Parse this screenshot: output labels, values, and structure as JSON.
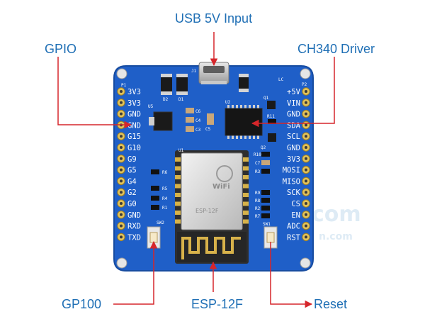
{
  "callouts": {
    "usb": "USB 5V Input",
    "gpio": "GPIO",
    "ch340": "CH340 Driver",
    "gp100": "GP100",
    "esp": "ESP-12F",
    "reset": "Reset"
  },
  "left_pins": [
    "3V3",
    "3V3",
    "GND",
    "GND",
    "G15",
    "G10",
    "G9",
    "G5",
    "G4",
    "G2",
    "G0",
    "GND",
    "RXD",
    "TXD"
  ],
  "right_pins": [
    "+5V",
    "VIN",
    "GND",
    "SDA",
    "SCL",
    "GND",
    "3V3",
    "MOSI",
    "MISO",
    "SCK",
    "CS",
    "EN",
    "ADC",
    "RST"
  ],
  "board_marks": {
    "p1": "P1",
    "p2": "P2",
    "j1": "J1",
    "u2": "U2",
    "u5": "U5",
    "u1": "U1",
    "q1": "Q1",
    "q2": "Q2",
    "d1": "D1",
    "d2": "D2",
    "c3": "C3",
    "c4": "C4",
    "c5": "C5",
    "c6": "C6",
    "c7": "C7",
    "r1": "R1",
    "r2": "R2",
    "r3": "R3",
    "r4": "R4",
    "r5": "R5",
    "r6": "R6",
    "r7": "R7",
    "r8": "R8",
    "r9": "R9",
    "r10": "R10",
    "r11": "R11",
    "sw1": "SW1",
    "sw2": "SW2",
    "lc": "LC"
  },
  "module_text": {
    "brand": "WiFi",
    "model": "ESP-12F"
  },
  "watermark": {
    "main": "com",
    "sub": "n.com"
  },
  "colors": {
    "board": "#1f5fc8",
    "board_edge": "#174ca0",
    "arrow": "#d6262b",
    "label": "#1f6fb5",
    "silkscreen": "#ffffff"
  }
}
